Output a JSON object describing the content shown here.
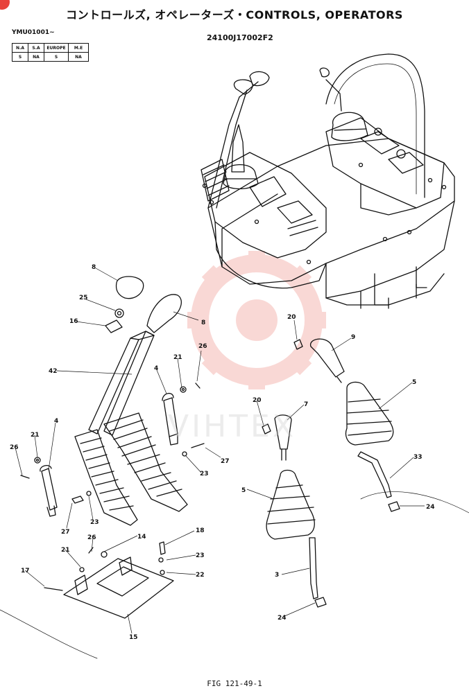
{
  "header": {
    "title": "コントロールズ, オペレーターズ・CONTROLS, OPERATORS",
    "part_code": "24100J17002F2",
    "serial": "YMU01001~"
  },
  "availability": {
    "headers": [
      "N.A",
      "S.A",
      "EUROPE",
      "M.E"
    ],
    "values": [
      "S",
      "NA",
      "S",
      "NA"
    ]
  },
  "watermark": {
    "text": "VIHTEX",
    "color": "#f3a9a4"
  },
  "accent_color": "#e8423b",
  "callouts": {
    "c8a": "8",
    "c25": "25",
    "c16": "16",
    "c8b": "8",
    "c42": "42",
    "c4a": "4",
    "c21a": "21",
    "c26a": "26",
    "c20a": "20",
    "c9": "9",
    "c5a": "5",
    "c4b": "4",
    "c21b": "21",
    "c26b": "26",
    "c27a": "27",
    "c23a": "23",
    "c20b": "20",
    "c7": "7",
    "c33": "33",
    "c5b": "5",
    "c24a": "24",
    "c27b": "27",
    "c23b": "23",
    "c14": "14",
    "c26c": "26",
    "c21c": "21",
    "c18": "18",
    "c23c": "23",
    "c22": "22",
    "c17": "17",
    "c3": "3",
    "c15": "15",
    "c24b": "24"
  },
  "footer": {
    "figure": "FIG 121-49-1"
  }
}
